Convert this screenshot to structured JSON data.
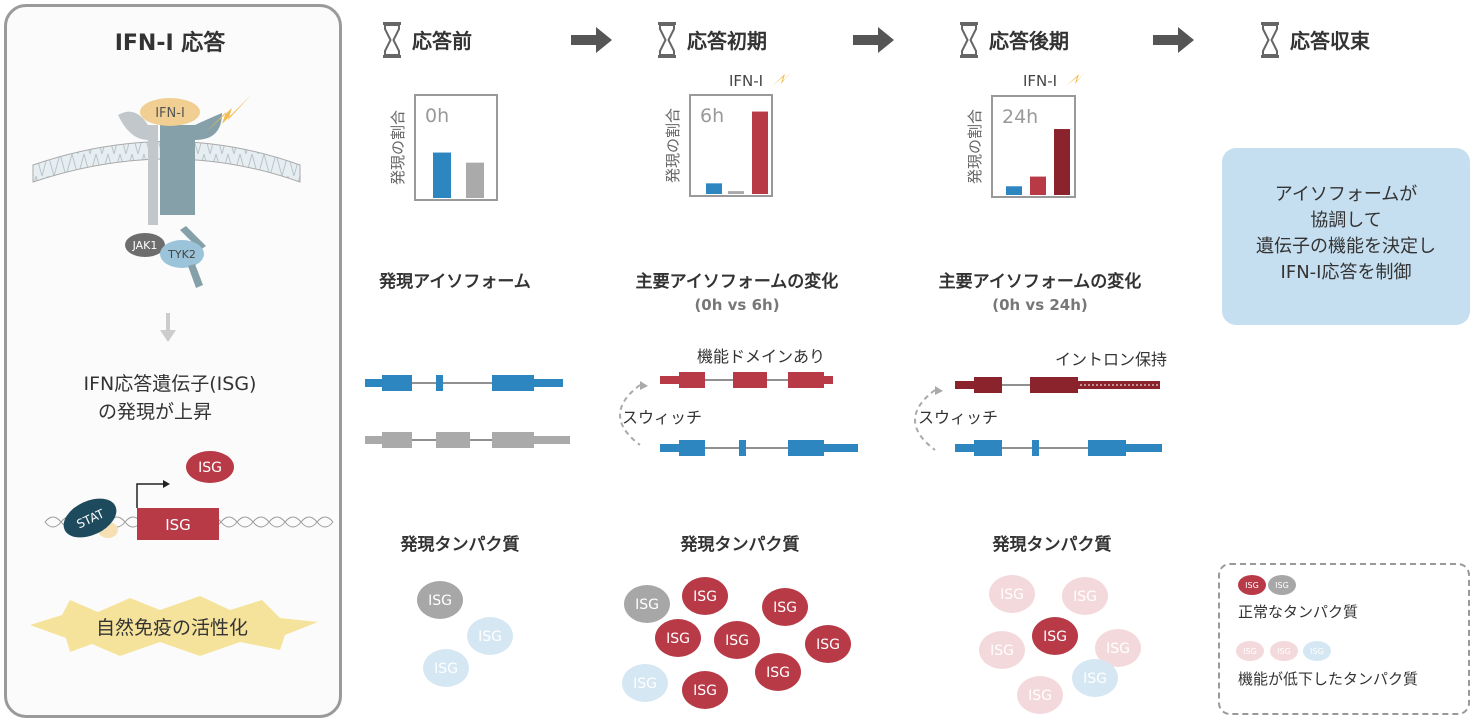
{
  "left_panel": {
    "title": "IFN-I 応答",
    "ligand": "IFN-I",
    "kinase1": "JAK1",
    "kinase2": "TYK2",
    "isg_line1": "IFN応答遺伝子(ISG)",
    "isg_line2": "の発現が上昇",
    "stat": "STAT",
    "gene": "ISG",
    "product": "ISG",
    "activation": "自然免疫の活性化"
  },
  "stages": [
    {
      "label": "応答前",
      "icon": "hourglass-icon"
    },
    {
      "label": "応答初期",
      "icon": "hourglass-icon"
    },
    {
      "label": "応答後期",
      "icon": "hourglass-icon"
    },
    {
      "label": "応答収束",
      "icon": "hourglass-icon"
    }
  ],
  "stimulus_label": "IFN-I",
  "colors": {
    "blue": "#2e86c1",
    "red": "#b83a47",
    "darkred": "#8a232c",
    "gray": "#aaaaaa",
    "summary_bg": "#c6dff0",
    "yellow": "#f6e39b"
  },
  "chart_data": [
    {
      "type": "bar",
      "title": "0h",
      "ylabel": "発現の割合",
      "categories": [
        "blue isoform",
        "gray isoform"
      ],
      "values": [
        0.45,
        0.35
      ],
      "colors": [
        "#2e86c1",
        "#aaaaaa"
      ],
      "ylim": [
        0,
        1
      ]
    },
    {
      "type": "bar",
      "title": "6h",
      "ylabel": "発現の割合",
      "categories": [
        "blue isoform",
        "gray isoform",
        "red isoform"
      ],
      "values": [
        0.11,
        0.03,
        0.85
      ],
      "colors": [
        "#2e86c1",
        "#aaaaaa",
        "#b83a47"
      ],
      "ylim": [
        0,
        1
      ]
    },
    {
      "type": "bar",
      "title": "24h",
      "ylabel": "発現の割合",
      "categories": [
        "blue isoform",
        "red isoform",
        "dark red isoform"
      ],
      "values": [
        0.09,
        0.19,
        0.68
      ],
      "colors": [
        "#2e86c1",
        "#b83a47",
        "#8a232c"
      ],
      "ylim": [
        0,
        1
      ]
    }
  ],
  "isoform_sections": [
    {
      "title": "発現アイソフォーム"
    },
    {
      "title": "主要アイソフォームの変化",
      "subtitle": "(0h vs 6h)",
      "annotation": "機能ドメインあり",
      "switch": "スウィッチ"
    },
    {
      "title": "主要アイソフォームの変化",
      "subtitle": "(0h vs 24h)",
      "annotation": "イントロン保持",
      "switch": "スウィッチ"
    }
  ],
  "protein_sections": [
    {
      "title": "発現タンパク質"
    },
    {
      "title": "発現タンパク質"
    },
    {
      "title": "発現タンパク質"
    }
  ],
  "protein_label": "ISG",
  "summary": [
    "アイソフォームが",
    "協調して",
    "遺伝子の機能を決定し",
    "IFN-I応答を制御"
  ],
  "legend": {
    "normal": "正常なタンパク質",
    "impaired": "機能が低下したタンパク質",
    "icon_label": "ISG"
  }
}
